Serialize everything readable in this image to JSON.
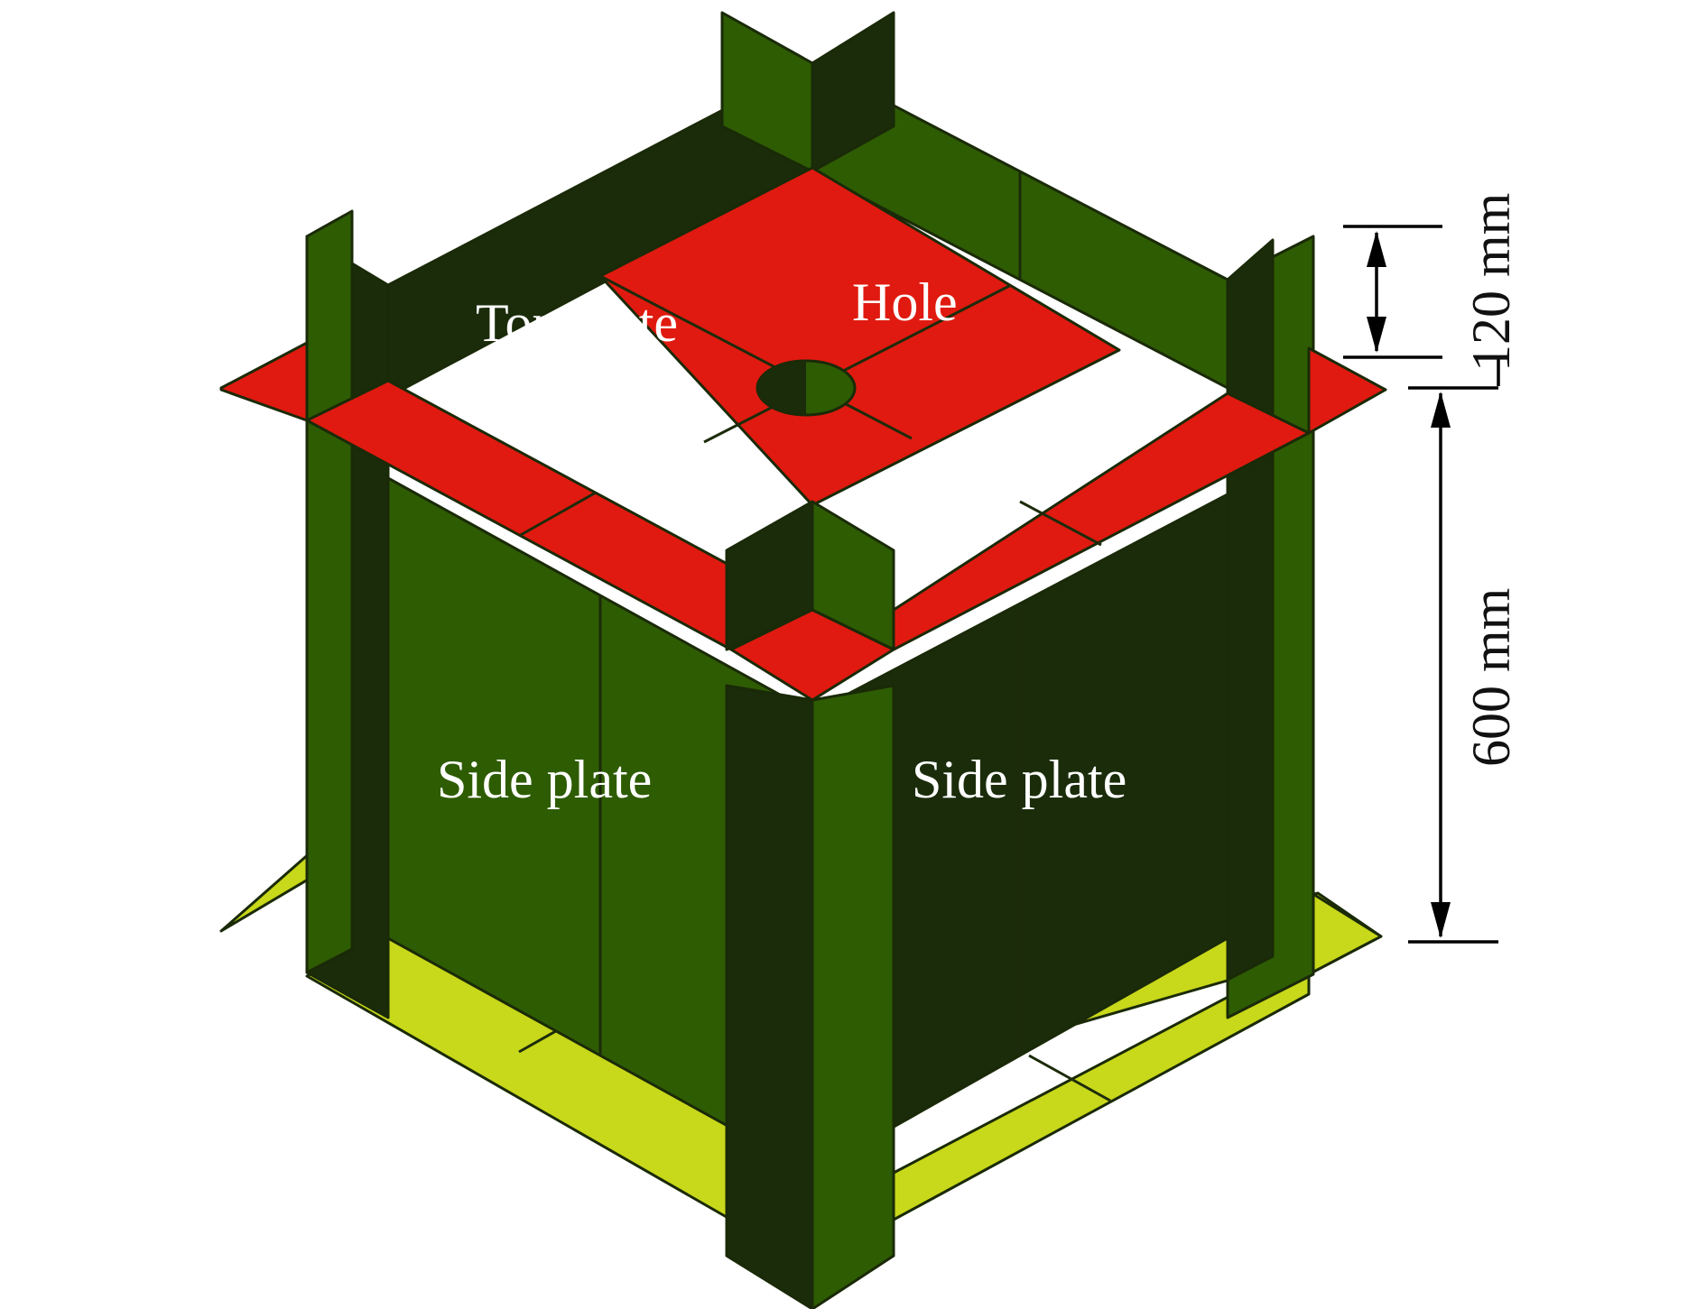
{
  "labels": {
    "top_plate": "Top plate",
    "hole": "Hole",
    "side_plate_left": "Side plate",
    "side_plate_right": "Side plate"
  },
  "dimensions": {
    "flange_height": "120 mm",
    "column_height": "600 mm"
  },
  "colors": {
    "top_plate": "#e01a10",
    "bottom_plate": "#c8d81a",
    "plate_light": "#2e5c02",
    "plate_dark": "#1b2c0b",
    "outline": "#1a2a08",
    "label": "#ffffff",
    "dimension": "#000000"
  }
}
